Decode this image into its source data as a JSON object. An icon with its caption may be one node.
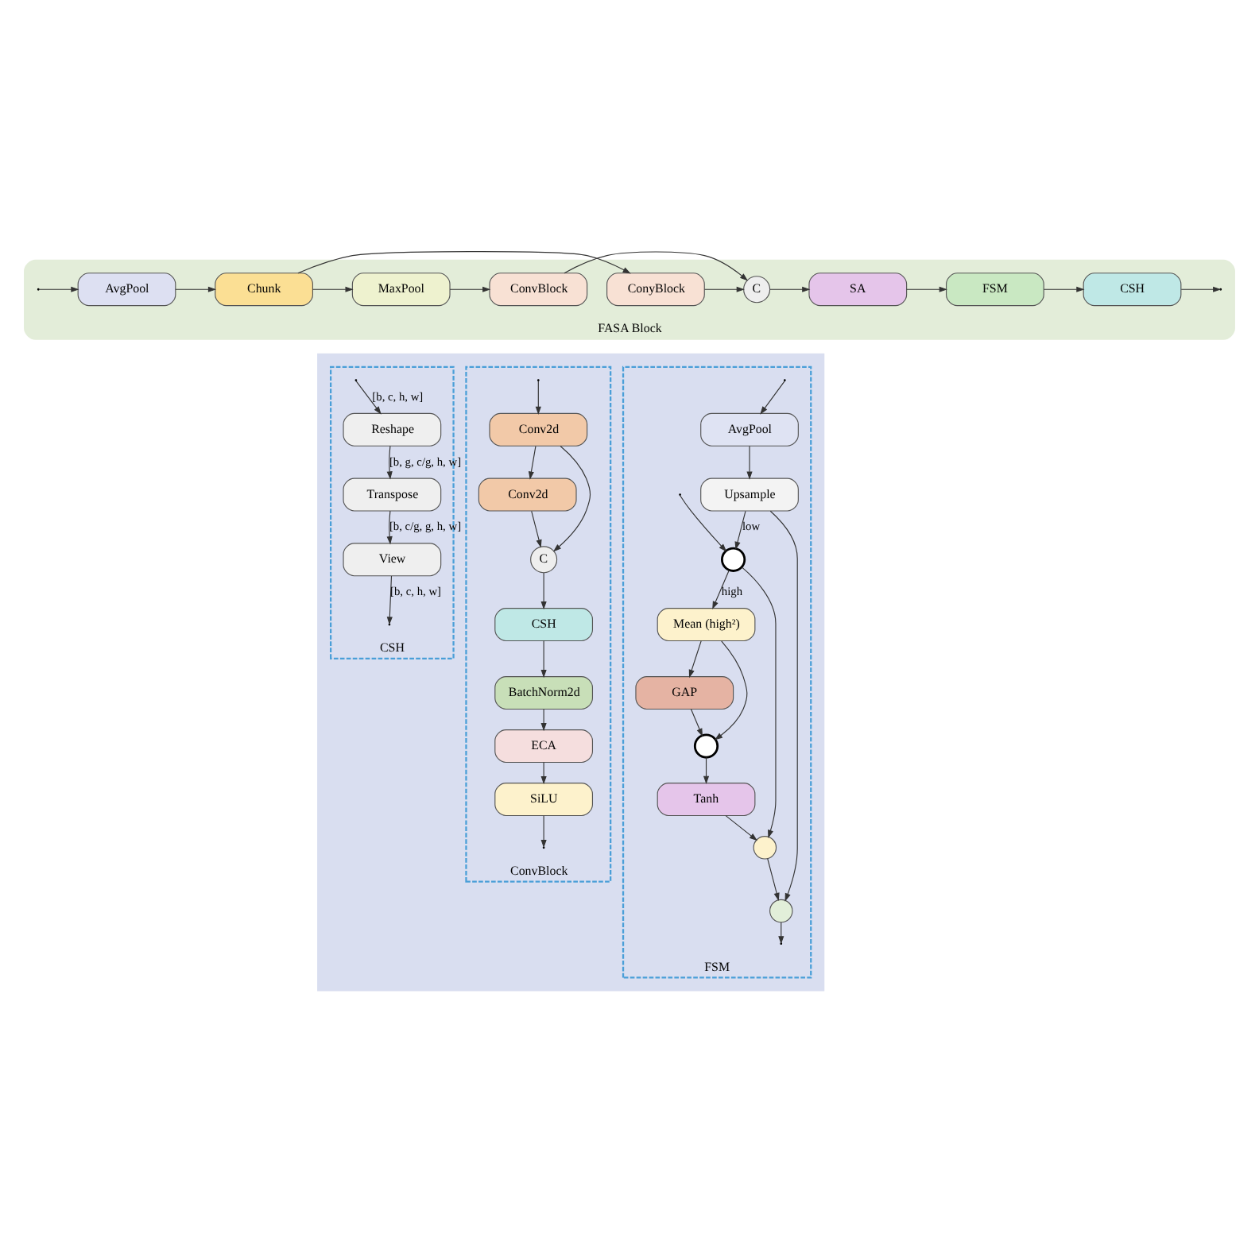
{
  "diagram": {
    "nodes": [
      {
        "text": [
          "FASA Block"
        ]
      },
      {
        "text": [
          "AvgPool"
        ],
        "in": 0
      },
      {
        "text": [
          "Chunk"
        ],
        "in": 0
      },
      {
        "text": [
          "ConyBlock"
        ],
        "in": 0
      },
      {
        "text": [
          "MaxPool"
        ],
        "in": 0
      },
      {
        "text": [
          "ConvBlock"
        ],
        "in": 0
      },
      {
        "text": [
          "C"
        ],
        "in": 0
      },
      {
        "text": [
          "SA"
        ],
        "in": 0
      },
      {
        "text": [
          "FSM"
        ],
        "in": 0
      },
      {
        "text": [
          "CSH"
        ],
        "in": 0
      },
      {
        "text": [],
        "shape": "box"
      },
      {
        "text": [
          "CSH"
        ],
        "in": 10
      },
      {
        "text": [
          "Reshape"
        ],
        "in": 11
      },
      {
        "text": [
          "Transpose"
        ],
        "in": 11
      },
      {
        "text": [
          "View"
        ],
        "in": 11
      },
      {
        "text": [
          "ConvBlock"
        ],
        "in": 10
      },
      {
        "text": [
          "Conv2d"
        ],
        "in": 15
      },
      {
        "text": [
          "Conv2d"
        ],
        "in": 15
      },
      {
        "text": [
          "C"
        ],
        "in": 15
      },
      {
        "text": [
          "CSH"
        ],
        "in": 15
      },
      {
        "text": [
          "BatchNorm2d"
        ],
        "in": 15
      },
      {
        "text": [
          "ECA"
        ],
        "in": 15
      },
      {
        "text": [
          "SiLU"
        ],
        "in": 15
      },
      {
        "text": [
          "FSM"
        ],
        "in": 10
      },
      {
        "text": [
          "AvgPool"
        ],
        "in": 23
      },
      {
        "text": [
          "Upsample"
        ],
        "in": 23
      },
      {
        "text": [],
        "shape": "circle",
        "in": 23
      },
      {
        "text": [
          "Mean (high²)"
        ],
        "in": 23
      },
      {
        "text": [
          "GAP"
        ],
        "in": 23
      },
      {
        "text": [],
        "shape": "circle",
        "in": 23
      },
      {
        "text": [
          "Tanh"
        ],
        "in": 23
      },
      {
        "text": [],
        "shape": "circle",
        "in": 23
      },
      {
        "text": [],
        "shape": "circle",
        "in": 23
      }
    ],
    "edges": [
      {
        "from": null,
        "to": 1,
        "arrow": "to"
      },
      {
        "from": 1,
        "to": 2,
        "arrow": "to"
      },
      {
        "from": 2,
        "to": 3,
        "arrow": "to"
      },
      {
        "from": 2,
        "to": 4,
        "arrow": "to"
      },
      {
        "from": 4,
        "to": 5,
        "arrow": "to"
      },
      {
        "from": 3,
        "to": 6,
        "arrow": "to"
      },
      {
        "from": 5,
        "to": 6,
        "arrow": "to"
      },
      {
        "from": 6,
        "to": 7,
        "arrow": "to"
      },
      {
        "from": 7,
        "to": 8,
        "arrow": "to"
      },
      {
        "from": 8,
        "to": 9,
        "arrow": "to"
      },
      {
        "from": 9,
        "to": null,
        "arrow": "to"
      },
      {
        "from": null,
        "to": 12,
        "arrow": "to",
        "label": "[b, c, h, w]"
      },
      {
        "from": 12,
        "to": 13,
        "arrow": "to",
        "label": "[b, g, c/g, h, w]"
      },
      {
        "from": 13,
        "to": 14,
        "arrow": "to",
        "label": "[b, c/g, g, h, w]"
      },
      {
        "from": 14,
        "to": null,
        "arrow": "to",
        "label": "[b, c, h, w]"
      },
      {
        "from": null,
        "to": 16,
        "arrow": "to"
      },
      {
        "from": 16,
        "to": 17,
        "arrow": "to"
      },
      {
        "from": 16,
        "to": 18,
        "arrow": "to"
      },
      {
        "from": 17,
        "to": 18,
        "arrow": "to"
      },
      {
        "from": 18,
        "to": 19,
        "arrow": "to"
      },
      {
        "from": 19,
        "to": 20,
        "arrow": "to"
      },
      {
        "from": 20,
        "to": 21,
        "arrow": "to"
      },
      {
        "from": 21,
        "to": 22,
        "arrow": "to"
      },
      {
        "from": 22,
        "to": null,
        "arrow": "to"
      },
      {
        "from": null,
        "to": 24,
        "arrow": "to"
      },
      {
        "from": null,
        "to": 26,
        "arrow": "to"
      },
      {
        "from": 24,
        "to": 25,
        "arrow": "to"
      },
      {
        "from": 25,
        "to": 26,
        "arrow": "to",
        "label": "low"
      },
      {
        "from": 25,
        "to": 32,
        "arrow": "to"
      },
      {
        "from": 26,
        "to": 27,
        "arrow": "to",
        "label": "high"
      },
      {
        "from": 26,
        "to": 31,
        "arrow": "to"
      },
      {
        "from": 27,
        "to": 28,
        "arrow": "to"
      },
      {
        "from": 27,
        "to": 29,
        "arrow": "to"
      },
      {
        "from": 28,
        "to": 29,
        "arrow": "to"
      },
      {
        "from": 29,
        "to": 30,
        "arrow": "to"
      },
      {
        "from": 30,
        "to": 31,
        "arrow": "to"
      },
      {
        "from": 31,
        "to": 32,
        "arrow": "to"
      },
      {
        "from": 32,
        "to": null,
        "arrow": "to"
      }
    ]
  }
}
